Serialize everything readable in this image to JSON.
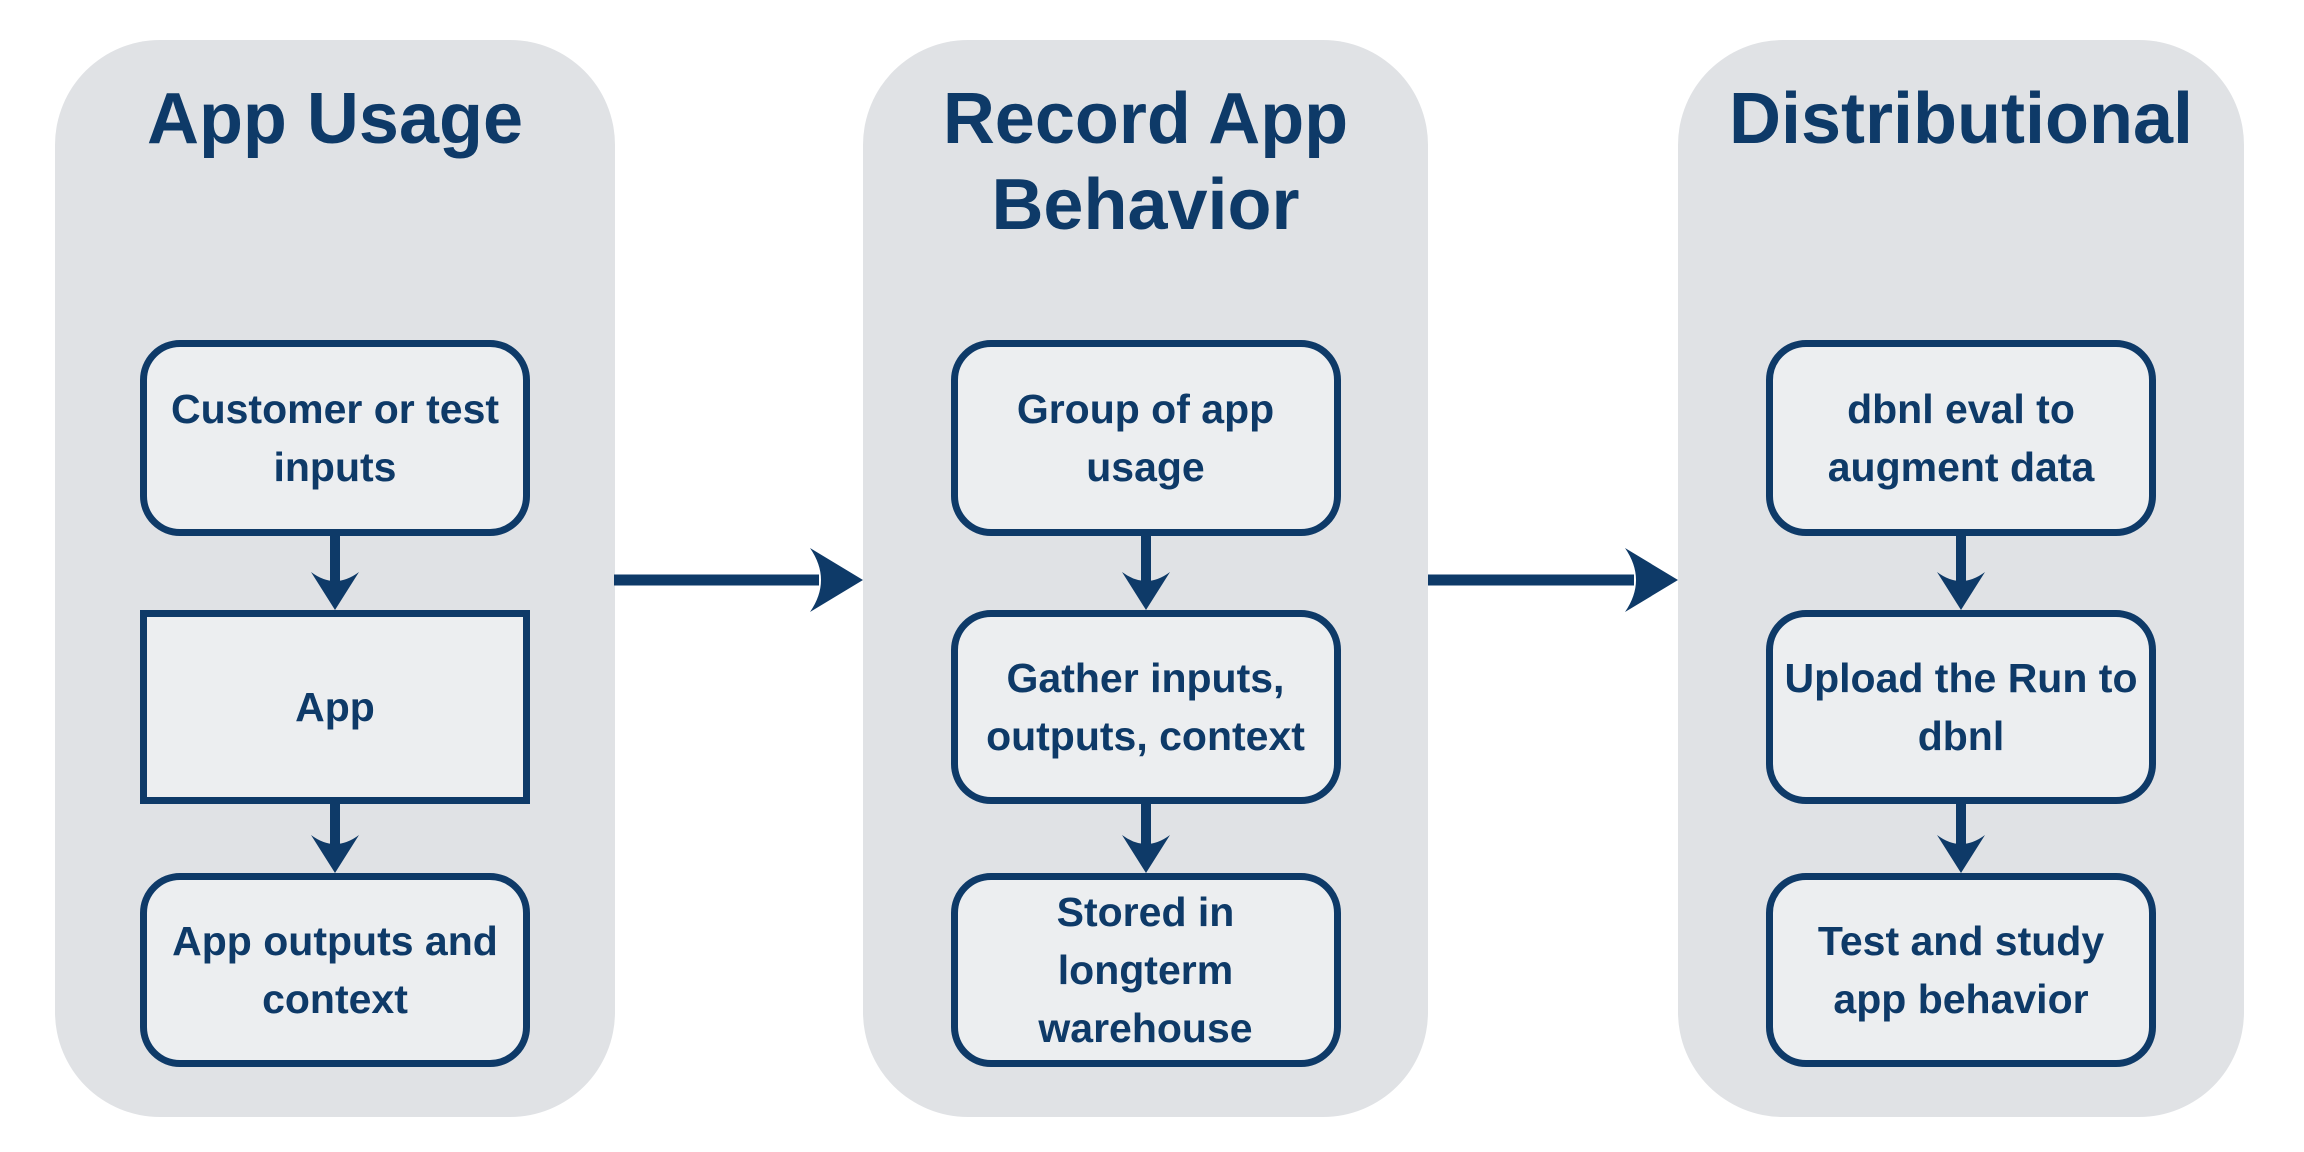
{
  "diagram": {
    "colors": {
      "navy": "#0e3a68",
      "panel_bg": "#e0e2e5",
      "box_bg": "#eceef0",
      "page_bg": "#ffffff"
    },
    "columns": [
      {
        "title": "App Usage",
        "boxes": [
          {
            "label": "Customer or test\ninputs"
          },
          {
            "label": "App"
          },
          {
            "label": "App outputs and\ncontext"
          }
        ]
      },
      {
        "title": "Record App\nBehavior",
        "boxes": [
          {
            "label": "Group of app\nusage"
          },
          {
            "label": "Gather inputs,\noutputs, context"
          },
          {
            "label": "Stored in\nlongterm\nwarehouse"
          }
        ]
      },
      {
        "title": "Distributional",
        "boxes": [
          {
            "label": "dbnl eval to\naugment data"
          },
          {
            "label": "Upload the Run to\ndbnl"
          },
          {
            "label": "Test and study\napp behavior"
          }
        ]
      }
    ]
  }
}
